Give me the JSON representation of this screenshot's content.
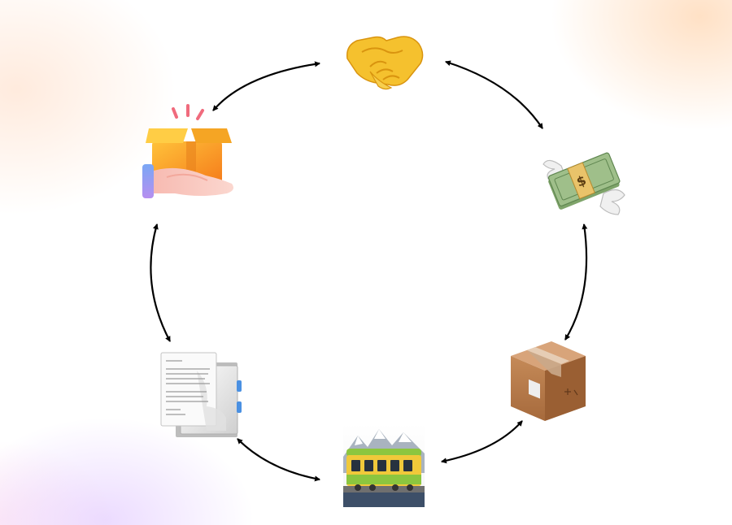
{
  "diagram": {
    "nodes": [
      {
        "id": "handshake",
        "name": "handshake-icon"
      },
      {
        "id": "money",
        "name": "flying-money-icon"
      },
      {
        "id": "package",
        "name": "package-icon"
      },
      {
        "id": "train",
        "name": "mountain-railway-icon"
      },
      {
        "id": "documents",
        "name": "documents-icon"
      },
      {
        "id": "delivery",
        "name": "hand-with-box-icon"
      }
    ],
    "edges": [
      {
        "from": "handshake",
        "to": "money",
        "type": "bidirectional"
      },
      {
        "from": "money",
        "to": "package",
        "type": "bidirectional"
      },
      {
        "from": "package",
        "to": "train",
        "type": "bidirectional"
      },
      {
        "from": "train",
        "to": "documents",
        "type": "bidirectional"
      },
      {
        "from": "documents",
        "to": "delivery",
        "type": "bidirectional"
      },
      {
        "from": "delivery",
        "to": "handshake",
        "type": "bidirectional"
      }
    ],
    "colors": {
      "arrow": "#000000",
      "handshake_fill": "#f5c12e",
      "box_orange": "#f59b1e",
      "cardboard": "#b9784a",
      "bill_green": "#9fbf8a",
      "train_green": "#8cc63f",
      "train_yellow": "#f0c93a"
    }
  }
}
